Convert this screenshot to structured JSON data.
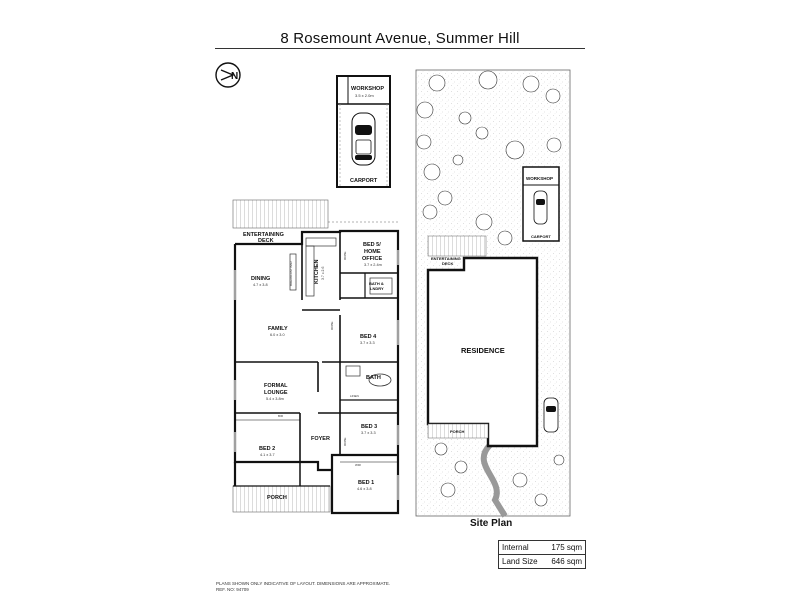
{
  "title": "8 Rosemount Avenue, Summer Hill",
  "rooms": {
    "workshop": {
      "name": "WORKSHOP",
      "dims": "3.5 x 2.0m"
    },
    "carport": {
      "name": "CARPORT"
    },
    "entertaining": {
      "name": "ENTERTAINING",
      "name2": "DECK"
    },
    "bed5": {
      "name": "BED 5/",
      "name2": "HOME",
      "name3": "OFFICE",
      "dims": "3.7 x 2.4m"
    },
    "kitchen": {
      "name": "KITCHEN",
      "dims": "3.7 x 2.6"
    },
    "dining": {
      "name": "DINING",
      "dims": "4.7 x 3.8"
    },
    "bath_laundry": {
      "name": "BATH &",
      "name2": "LNDRY"
    },
    "family": {
      "name": "FAMILY",
      "dims": "6.0 x 3.0"
    },
    "bed4": {
      "name": "BED 4",
      "dims": "3.7 x 3.3"
    },
    "bath": {
      "name": "BATH"
    },
    "formal_lounge": {
      "name": "FORMAL",
      "name2": "LOUNGE",
      "dims": "5.4 x 3.8m"
    },
    "bed3": {
      "name": "BED 3",
      "dims": "3.7 x 3.3"
    },
    "bed2": {
      "name": "BED 2",
      "dims": "4.1 x 3.7"
    },
    "foyer": {
      "name": "FOYER"
    },
    "bed1": {
      "name": "BED 1",
      "dims": "4.6 x 3.8"
    },
    "porch": {
      "name": "PORCH"
    },
    "robe": "ROBE",
    "linen": "LINEN",
    "wir": "WIR",
    "bir": "BIR",
    "breakfast_bar": "BREAKFAST BAR"
  },
  "site": {
    "workshop": "WORKSHOP",
    "carport": "CARPORT",
    "entertaining": "ENTERTAINING",
    "entertaining2": "DECK",
    "residence": "RESIDENCE",
    "porch": "PORCH",
    "caption": "Site Plan"
  },
  "areas": [
    {
      "label": "Internal",
      "value": "175 sqm"
    },
    {
      "label": "Land Size",
      "value": "646 sqm"
    }
  ],
  "disclaimer": "Plans shown only indicative of layout. Dimensions are approximate.",
  "ref": "Ref. No: 94709",
  "compass": "N"
}
